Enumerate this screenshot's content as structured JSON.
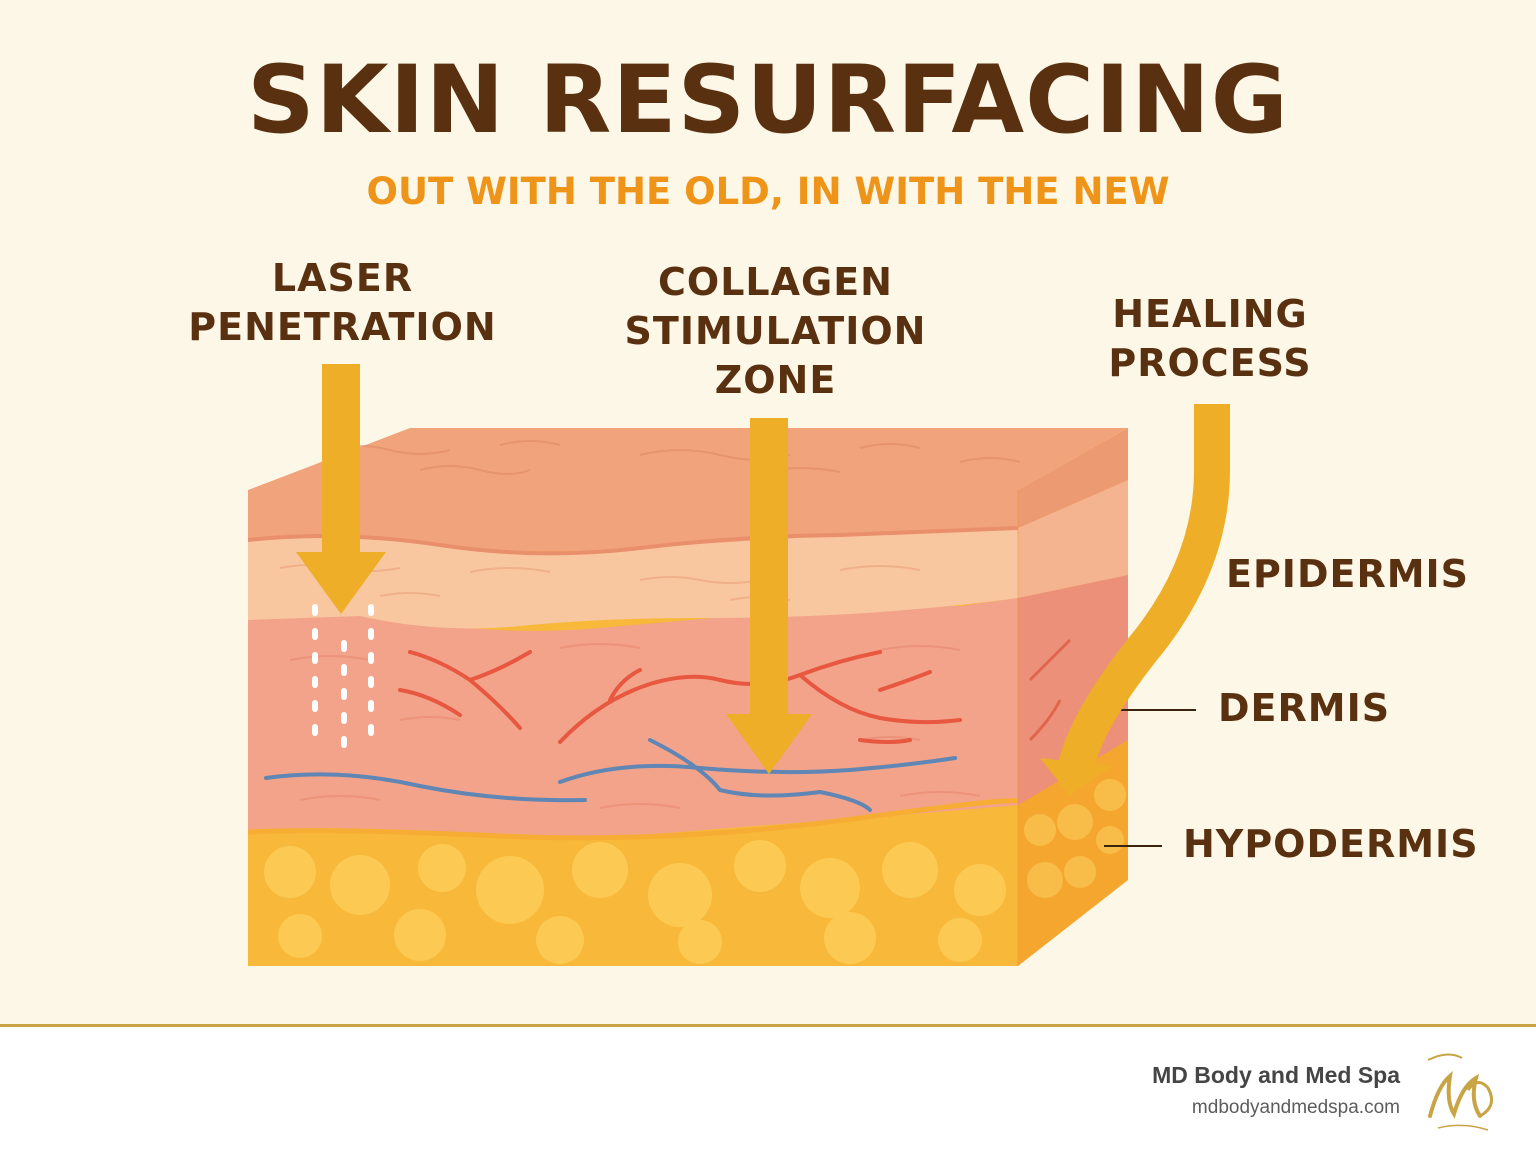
{
  "title": "SKIN RESURFACING",
  "subtitle": "OUT WITH THE OLD, IN WITH THE NEW",
  "callouts": {
    "laser": [
      "LASER",
      "PENETRATION"
    ],
    "collagen": [
      "COLLAGEN",
      "STIMULATION",
      "ZONE"
    ],
    "healing": [
      "HEALING",
      "PROCESS"
    ]
  },
  "layers": {
    "epidermis": "EPIDERMIS",
    "dermis": "DERMIS",
    "hypodermis": "HYPODERMIS"
  },
  "brand": {
    "name": "MD Body and Med Spa",
    "url": "mdbodyandmedspa.com",
    "logo_text": "MB"
  },
  "colors": {
    "title": "#5a3110",
    "subtitle": "#ee9418",
    "arrow": "#eeae28",
    "epidermis": "#f8c7a0",
    "dermis": "#f2a38a",
    "hypodermis": "#f8b83a",
    "vessel_red": "#e8573f",
    "vessel_blue": "#5f86b4"
  }
}
